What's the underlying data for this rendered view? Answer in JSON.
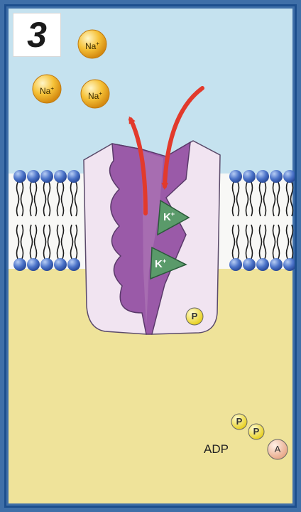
{
  "panel": {
    "step_number": "3"
  },
  "ions": {
    "na_label": "Na",
    "na_charge": "+",
    "k_label": "K",
    "k_charge": "+"
  },
  "phosphate": {
    "label": "P"
  },
  "adp": {
    "label": "ADP",
    "adenosine_label": "A",
    "phosphate_label": "P"
  },
  "colors": {
    "extracellular": "#c5e2ef",
    "cytoplasm": "#efe39a",
    "protein_outer": "#f1e4f1",
    "protein_channel": "#9a5aa8",
    "sodium_ion": "#f2b020",
    "potassium_ion": "#5a9a6a",
    "phosphate": "#f5e84a",
    "adenosine": "#f2c3a6",
    "arrow": "#e23a2c",
    "lipid_head": "#3d64b8"
  },
  "icons": {
    "arrow_out": "curved-arrow-out-icon",
    "arrow_in": "curved-arrow-in-icon"
  }
}
